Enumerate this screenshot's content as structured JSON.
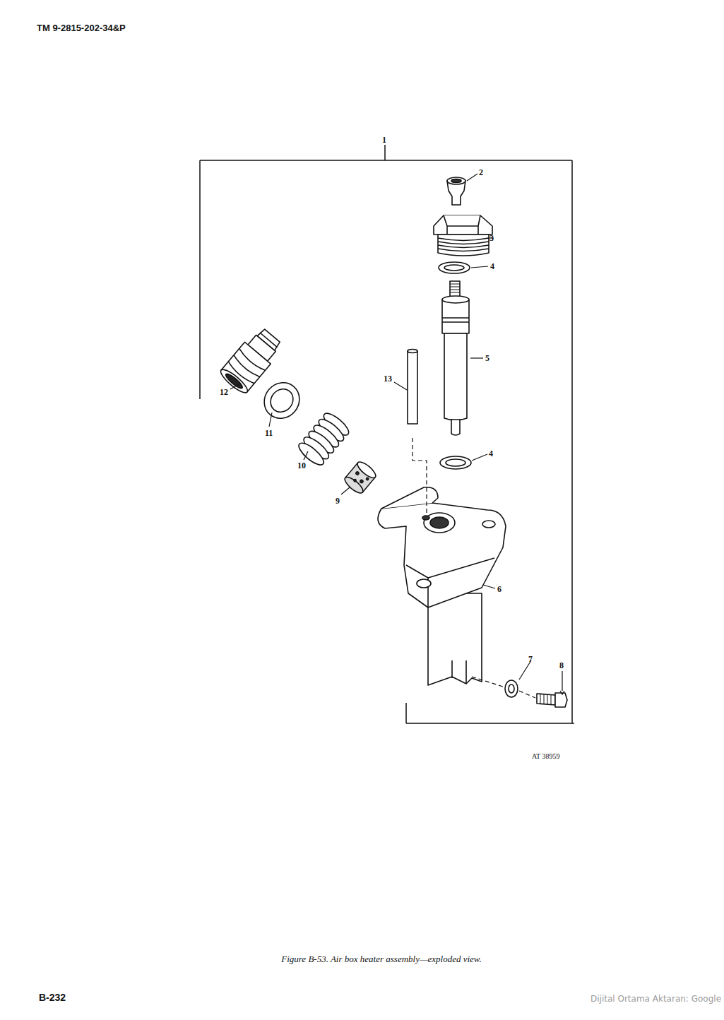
{
  "diagram": {
    "caption": "Figure B-53. Air box heater assembly—exploded view.",
    "labels": [
      "TM 9-2815-202-34&P",
      "1",
      "2",
      "3",
      "4",
      "5",
      "13",
      "12",
      "11",
      "10",
      "4",
      "9",
      "6",
      "7",
      "8",
      "AT 38959",
      "B-232",
      "Dijital Ortama Aktaran: Google"
    ]
  }
}
